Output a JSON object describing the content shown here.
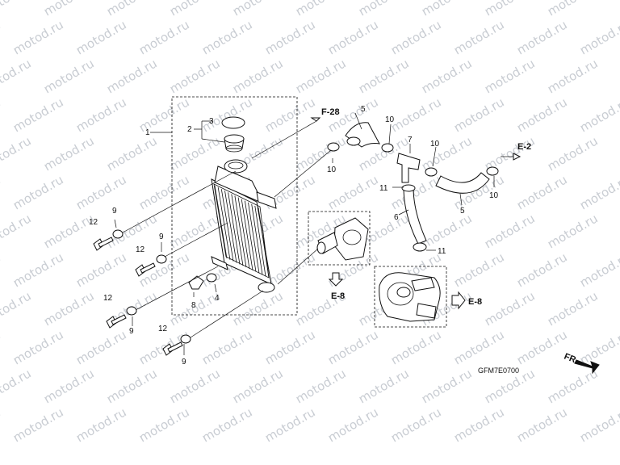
{
  "watermark": {
    "text": "motod.ru"
  },
  "callouts": {
    "c1": "1",
    "c2": "2",
    "c3": "3",
    "c4": "4",
    "c5a": "5",
    "c5b": "5",
    "c6": "6",
    "c7": "7",
    "c8": "8",
    "c9a": "9",
    "c9b": "9",
    "c9c": "9",
    "c9d": "9",
    "c10a": "10",
    "c10b": "10",
    "c10c": "10",
    "c10d": "10",
    "c11a": "11",
    "c11b": "11",
    "c12a": "12",
    "c12b": "12",
    "c12c": "12",
    "c12d": "12"
  },
  "refs": {
    "f28": "F-28",
    "e2": "E-2",
    "e8_left": "E-8",
    "e8_right": "E-8",
    "fr": "FR."
  },
  "diagram_code": "GFM7E0700"
}
